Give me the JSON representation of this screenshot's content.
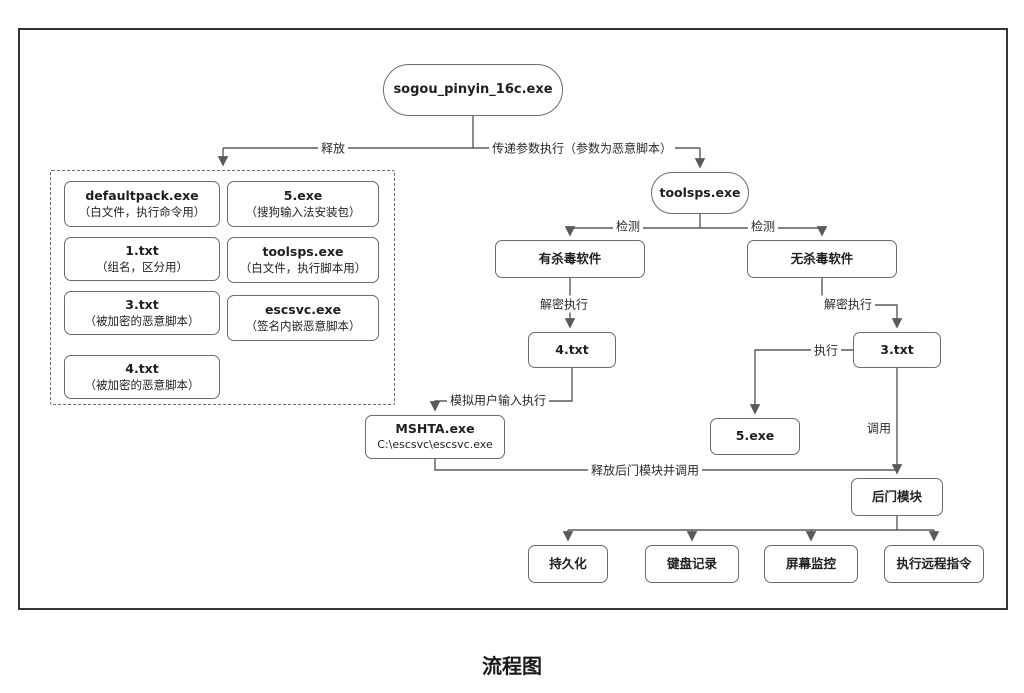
{
  "caption": "流程图",
  "nodes": {
    "root": {
      "label": "sogou_pinyin_16c.exe"
    },
    "toolsps": {
      "label": "toolsps.exe"
    },
    "has_av": {
      "label": "有杀毒软件"
    },
    "no_av": {
      "label": "无杀毒软件"
    },
    "txt4": {
      "label": "4.txt"
    },
    "txt3": {
      "label": "3.txt"
    },
    "mshta": {
      "line1": "MSHTA.exe",
      "line2": "C:\\escsvc\\escsvc.exe"
    },
    "exe5": {
      "label": "5.exe"
    },
    "backdoor": {
      "label": "后门模块"
    },
    "persistence": {
      "label": "持久化"
    },
    "keylogger": {
      "label": "键盘记录"
    },
    "screen_monitor": {
      "label": "屏幕监控"
    },
    "remote_cmd": {
      "label": "执行远程指令"
    }
  },
  "dropped_files": {
    "left": [
      {
        "name": "defaultpack.exe",
        "desc": "（白文件，执行命令用）"
      },
      {
        "name": "1.txt",
        "desc": "（组名，区分用）"
      },
      {
        "name": "3.txt",
        "desc": "（被加密的恶意脚本）"
      },
      {
        "name": "4.txt",
        "desc": "（被加密的恶意脚本）"
      }
    ],
    "right": [
      {
        "name": "5.exe",
        "desc": "（搜狗输入法安装包）"
      },
      {
        "name": "toolsps.exe",
        "desc": "（白文件，执行脚本用）"
      },
      {
        "name": "escsvc.exe",
        "desc": "（签名内嵌恶意脚本）"
      }
    ]
  },
  "edge_labels": {
    "release": "释放",
    "pass_params": "传递参数执行（参数为恶意脚本）",
    "detect_left": "检测",
    "detect_right": "检测",
    "decrypt_left": "解密执行",
    "decrypt_right": "解密执行",
    "execute": "执行",
    "simulate_input": "模拟用户输入执行",
    "invoke": "调用",
    "release_backdoor": "释放后门模块并调用"
  },
  "colors": {
    "line": "#5a5a5a",
    "border": "#6b6b6b",
    "frame": "#343434"
  }
}
